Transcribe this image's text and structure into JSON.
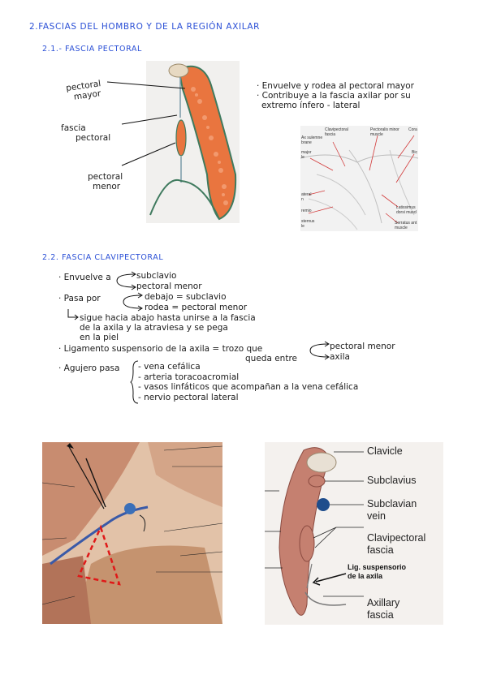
{
  "headings": {
    "h1": "2.FASCIAS DEL HOMBRO Y DE LA REGIÓN AXILAR",
    "h2a": "2.1.- FASCIA PECTORAL",
    "h2b": "2.2. FASCIA CLAVIPECTORAL"
  },
  "fig1": {
    "labels": {
      "pm1": "pectoral",
      "pm2": "mayor",
      "fp1": "fascia",
      "fp2": "pectoral",
      "pn1": "pectoral",
      "pn2": "menor"
    }
  },
  "notes1": [
    "· Envuelve y rodea al pectoral mayor",
    "· Contribuye a la fascia axilar por su",
    "extremo ínfero - lateral"
  ],
  "fig2": {
    "labels": {
      "a": "Clavipectoral",
      "a2": "fascia",
      "b": "Pectoralis minor",
      "b2": "muscle",
      "c": "Cora",
      "d": "Ax sulemne",
      "d2": "brane",
      "e": "major",
      "e2": "le",
      "f": "Bic",
      "g": "ateral",
      "g2": "n",
      "h": "remio",
      "i": "Latissimus",
      "i2": "dorsi muscl",
      "j": "sternus",
      "j2": "le",
      "k": "Serratus ant",
      "k2": "muscle"
    }
  },
  "notes2": {
    "envuelve": "· Envuelve a",
    "subclavio": "subclavio",
    "pectoral_menor": "pectoral menor",
    "pasa_por": "· Pasa por",
    "debajo": "debajo = subclavio",
    "rodea": "rodea = pectoral menor",
    "sigue1": "sigue hacia abajo hasta unirse a la fascia",
    "sigue2": "de la axila y la atraviesa y se pega",
    "sigue3": "en la piel",
    "ligamento": "· Ligamento suspensorio de la axila = trozo que",
    "queda": "queda entre",
    "pm2": "pectoral menor",
    "axila": "axila",
    "agujero": "· Agujero pasa",
    "items": [
      "- vena cefálica",
      "- arteria toracoacromial",
      "- vasos linfáticos que acompañan a la vena cefálica",
      "- nervio pectoral lateral"
    ]
  },
  "fig4": {
    "labels": {
      "clavicle": "Clavicle",
      "subclavius": "Subclavius",
      "subclavian1": "Subclavian",
      "subclavian2": "vein",
      "clavipectoral1": "Clavipectoral",
      "clavipectoral2": "fascia",
      "lig1": "Lig. suspensorio",
      "lig2": "de la axila",
      "axillary1": "Axillary",
      "axillary2": "fascia"
    }
  },
  "colors": {
    "heading_blue": "#2a4fd6",
    "muscle": "#e9753f",
    "fascia_green": "#3f7a5e",
    "dashed_red": "#e01818"
  }
}
